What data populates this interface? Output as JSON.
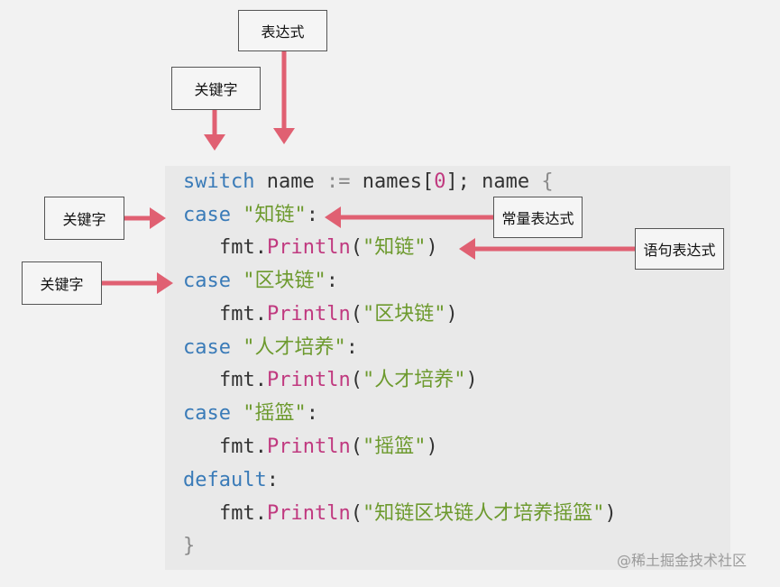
{
  "labels": {
    "expression": "表达式",
    "keyword_top": "关键字",
    "keyword_case1": "关键字",
    "keyword_case2": "关键字",
    "constant_expression": "常量表达式",
    "statement_expression": "语句表达式"
  },
  "code": {
    "line1": {
      "keyword": "switch",
      "var": " name ",
      "op": ":=",
      "arr": " names[",
      "index": "0",
      "rest": "]; name ",
      "brace": "{"
    },
    "line2": {
      "keyword": "case",
      "string": " \"知链\"",
      "colon": ":"
    },
    "line3": {
      "recv": "fmt",
      "dot": ".",
      "func": "Println",
      "open": "(",
      "string": "\"知链\"",
      "close": ")"
    },
    "line4": {
      "keyword": "case",
      "string": " \"区块链\"",
      "colon": ":"
    },
    "line5": {
      "recv": "fmt",
      "dot": ".",
      "func": "Println",
      "open": "(",
      "string": "\"区块链\"",
      "close": ")"
    },
    "line6": {
      "keyword": "case",
      "string": " \"人才培养\"",
      "colon": ":"
    },
    "line7": {
      "recv": "fmt",
      "dot": ".",
      "func": "Println",
      "open": "(",
      "string": "\"人才培养\"",
      "close": ")"
    },
    "line8": {
      "keyword": "case",
      "string": " \"摇篮\"",
      "colon": ":"
    },
    "line9": {
      "recv": "fmt",
      "dot": ".",
      "func": "Println",
      "open": "(",
      "string": "\"摇篮\"",
      "close": ")"
    },
    "line10": {
      "keyword": "default",
      "colon": ":"
    },
    "line11": {
      "recv": "fmt",
      "dot": ".",
      "func": "Println",
      "open": "(",
      "string": "\"知链区块链人才培养摇篮\"",
      "close": ")"
    },
    "line12": {
      "brace": "}"
    }
  },
  "watermark": "@稀土掘金技术社区",
  "colors": {
    "arrow": "#e06072",
    "keyword": "#3a7bb8",
    "function": "#c0397f",
    "string": "#6d9a2e"
  }
}
